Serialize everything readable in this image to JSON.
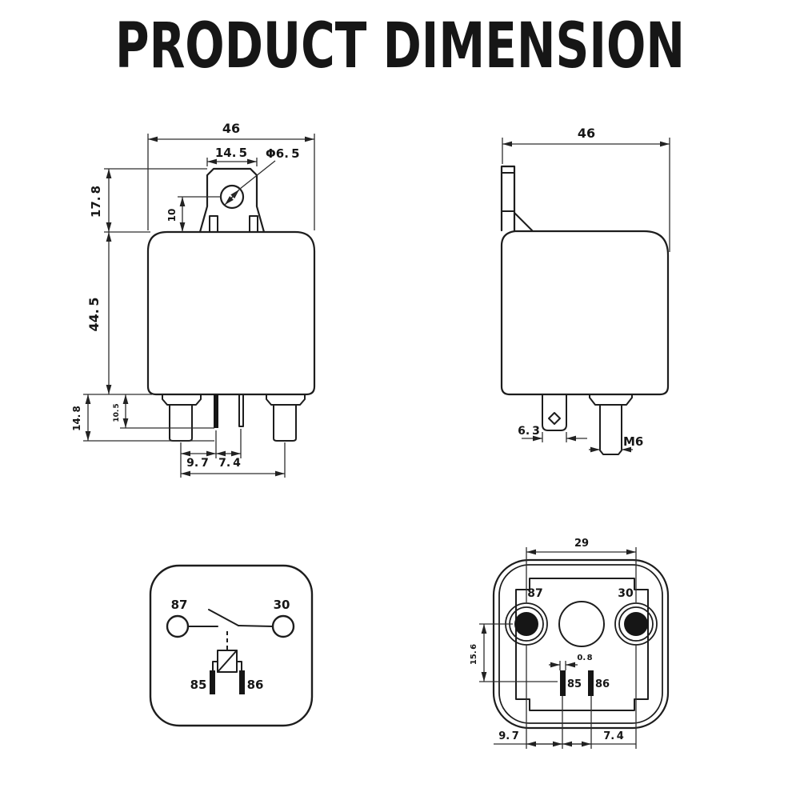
{
  "title": "PRODUCT DIMENSION",
  "colors": {
    "line": "#1d1d1d",
    "background": "#ffffff"
  },
  "front_view": {
    "dims": {
      "overall_width": "46",
      "bracket_width": "14. 5",
      "hole_diameter": "Φ6. 5",
      "bracket_height": "17. 8",
      "hole_offset": "10",
      "body_height": "44. 5",
      "stud_length": "14. 8",
      "blade_length": "10. 5",
      "stud_to_blade": "9. 7",
      "blade_pitch": "7. 4"
    }
  },
  "side_view": {
    "dims": {
      "overall_depth": "46",
      "blade_width": "6. 3",
      "stud_thread": "M6"
    }
  },
  "circuit_view": {
    "terminals": {
      "t87": "87",
      "t30": "30",
      "t85": "85",
      "t86": "86"
    }
  },
  "bottom_view": {
    "terminals": {
      "t87": "87",
      "t30": "30",
      "t85": "85",
      "t86": "86"
    },
    "dims": {
      "stud_pitch": "29",
      "row_offset": "15. 6",
      "blade_thickness": "0. 8",
      "stud_to_blade": "9. 7",
      "blade_pitch": "7. 4"
    }
  }
}
